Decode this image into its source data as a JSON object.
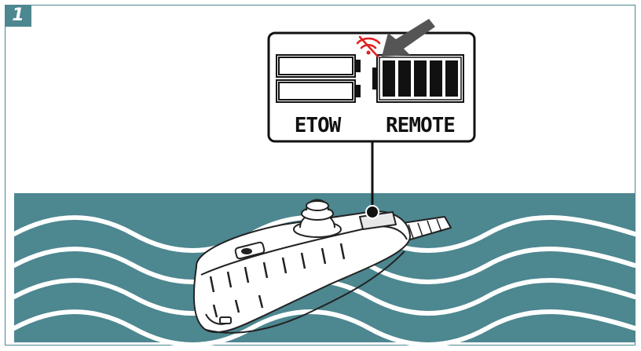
{
  "step": {
    "number": "1"
  },
  "display": {
    "left_label": "ETOW",
    "right_label": "REMOTE",
    "remote_battery_level": 1.0,
    "etow_battery_level": 0.0,
    "signal_status": "no-signal"
  },
  "colors": {
    "accent": "#4d8790",
    "water": "#4d8790",
    "warning": "#e02020",
    "arrow": "#555555"
  },
  "icons": [
    "no-wifi-icon",
    "pointer-arrow-icon",
    "battery-icon",
    "remote-control-icon",
    "water-waves-icon"
  ]
}
